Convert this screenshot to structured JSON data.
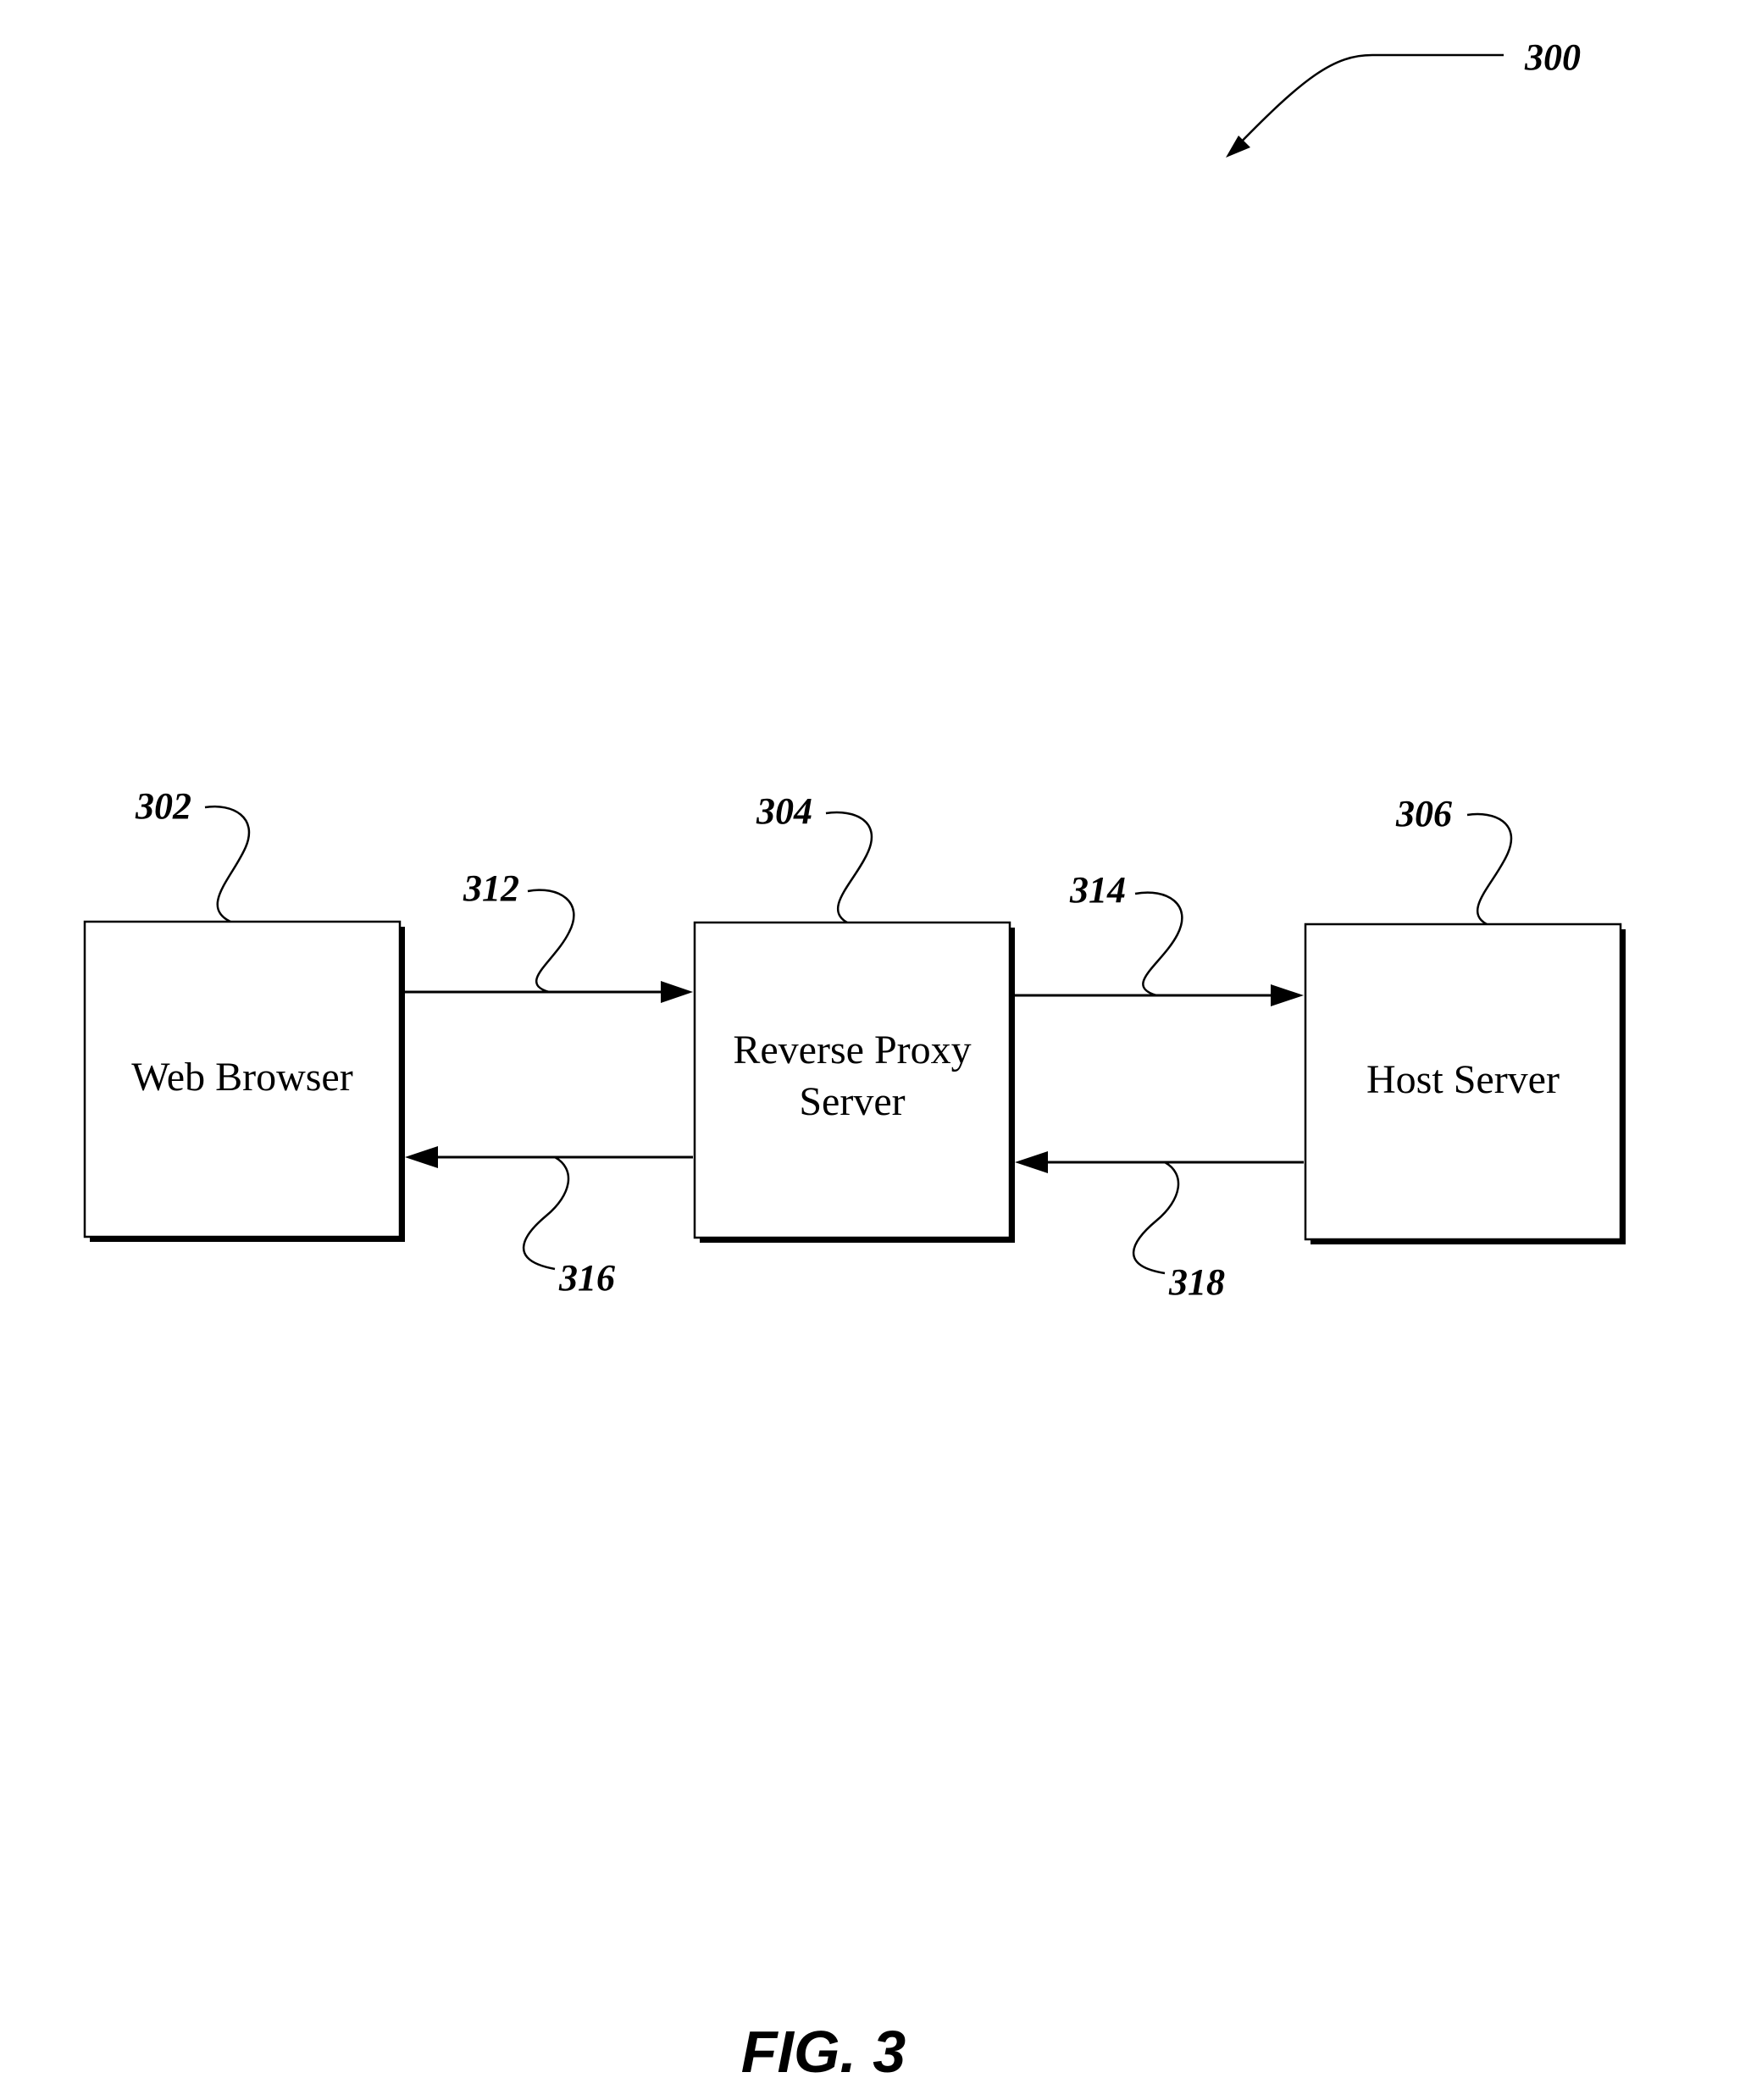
{
  "figure": {
    "number_ref": "300",
    "caption": "FIG. 3"
  },
  "boxes": {
    "web_browser": {
      "label": "Web Browser",
      "ref": "302"
    },
    "reverse_proxy": {
      "label_line1": "Reverse Proxy",
      "label_line2": "Server",
      "ref": "304"
    },
    "host_server": {
      "label": "Host Server",
      "ref": "306"
    }
  },
  "arrows": {
    "browser_to_proxy": {
      "ref": "312"
    },
    "proxy_to_host": {
      "ref": "314"
    },
    "proxy_to_browser": {
      "ref": "316"
    },
    "host_to_proxy": {
      "ref": "318"
    }
  }
}
